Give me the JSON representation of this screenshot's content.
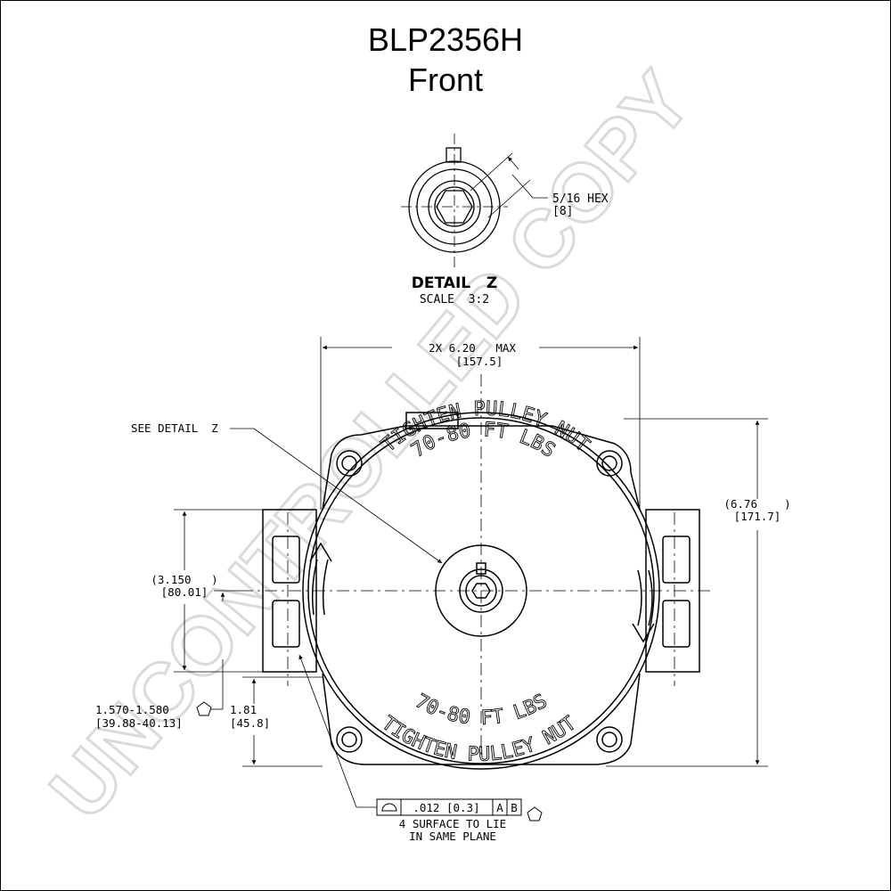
{
  "title": "BLP2356H",
  "subtitle": "Front",
  "watermark": "UNCONTROLLED COPY",
  "detail": {
    "heading": "DETAIL   Z",
    "scale": "SCALE  3:2",
    "hex_label": "5/16 HEX",
    "hex_metric": "[8]"
  },
  "callouts": {
    "see_detail": "SEE DETAIL  Z",
    "width_top": "2X 6.20   MAX",
    "width_top_metric": "[157.5]",
    "height_right": "(6.76    )",
    "height_right_metric": "[171.7]",
    "left_dim": "(3.150   )",
    "left_dim_metric": "[80.01]",
    "mount_dim": "1.570-1.580",
    "mount_dim_metric": "[39.88-40.13]",
    "offset_dim": "1.81",
    "offset_dim_metric": "[45.8]"
  },
  "housing_text": {
    "top_line1": "TIGHTEN PULLEY NUT",
    "top_line2": "70-80 FT LBS",
    "bottom_line1": "TIGHTEN PULLEY NUT",
    "bottom_line2": "70-80 FT LBS"
  },
  "tolerance": {
    "value": ".012 [0.3]",
    "datum_a": "A",
    "datum_b": "B",
    "note_line1": "4 SURFACE TO LIE",
    "note_line2": "IN SAME PLANE"
  }
}
